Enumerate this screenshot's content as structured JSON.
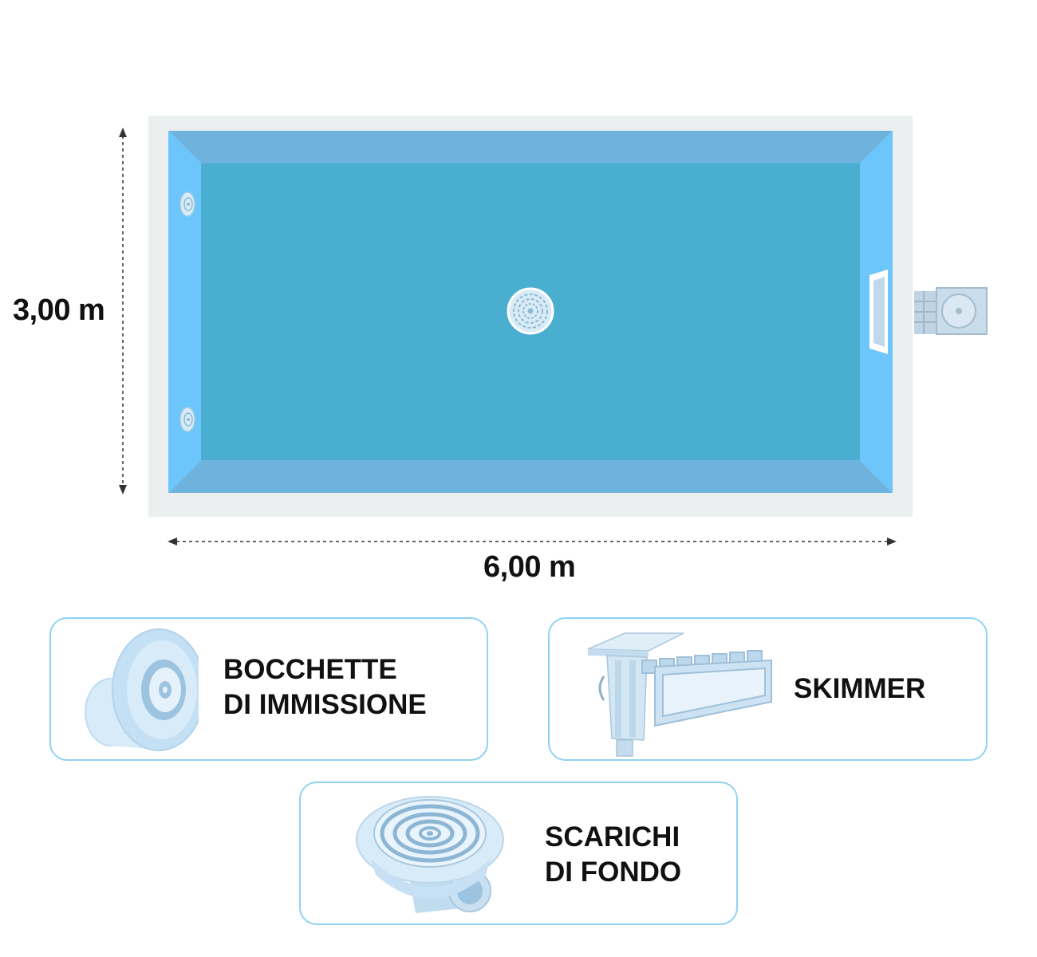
{
  "dimensions": {
    "height": "3,00 m",
    "width": "6,00 m"
  },
  "pool_components": {
    "inlets": "bocchette",
    "skimmer": "skimmer",
    "main_drain": "scarico di fondo"
  },
  "legend": {
    "inlets": {
      "line1": "BOCCHETTE",
      "line2": "DI IMMISSIONE",
      "icon": "inlet-nozzle-icon"
    },
    "skimmer": {
      "line1": "SKIMMER",
      "icon": "skimmer-icon"
    },
    "drain": {
      "line1": "SCARICHI",
      "line2": "DI FONDO",
      "icon": "main-drain-icon"
    }
  },
  "colors": {
    "deck": "#eceff0",
    "water": "#4aaed1",
    "wall_top_bottom": "#6db3de",
    "wall_sides": "#6cc6fb",
    "card_border": "#8fd3f2",
    "fitting": "#d8ecf8"
  }
}
